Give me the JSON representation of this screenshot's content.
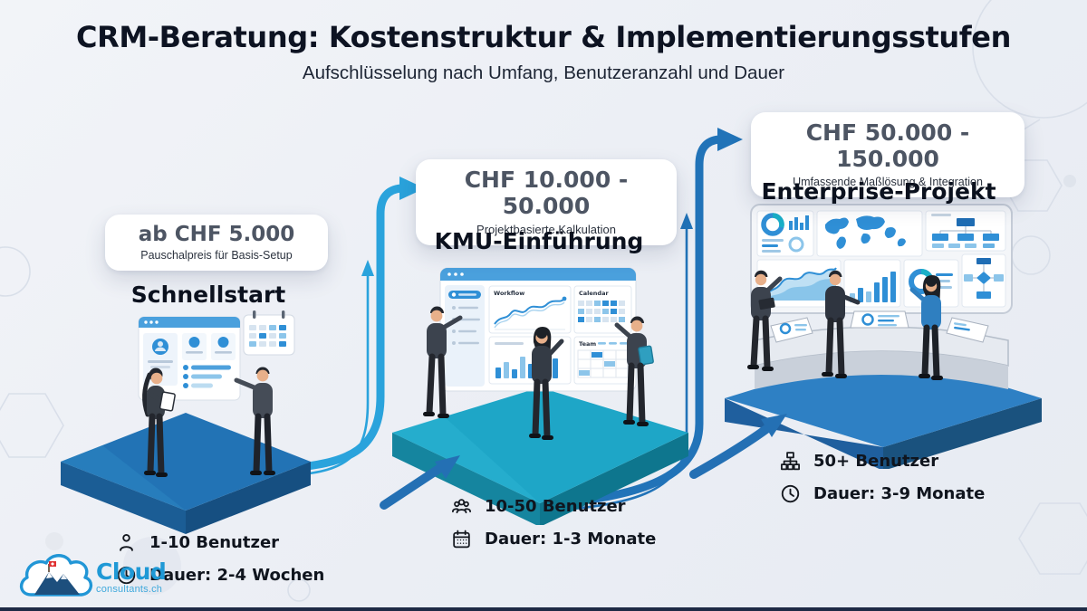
{
  "header": {
    "title": "CRM-Beratung: Kostenstruktur & Implementierungsstufen",
    "subtitle": "Aufschlüsselung nach Umfang, Benutzeranzahl und Dauer"
  },
  "stages": [
    {
      "price": "ab CHF 5.000",
      "price_note": "Pauschalpreis für Basis-Setup",
      "title": "Schnellstart",
      "users": "1-10 Benutzer",
      "users_icon": "user-icon",
      "duration": "Dauer: 2-4 Wochen",
      "duration_icon": "clock-icon"
    },
    {
      "price": "CHF 10.000 - 50.000",
      "price_note": "Projektbasierte Kalkulation",
      "title": "KMU-Einführung",
      "users": "10-50 Benutzer",
      "users_icon": "users-group-icon",
      "duration": "Dauer: 1-3 Monate",
      "duration_icon": "calendar-icon"
    },
    {
      "price": "CHF 50.000 - 150.000",
      "price_note": "Umfassende Maßlösung & Integration",
      "title": "Enterprise-Projekt",
      "users": "50+ Benutzer",
      "users_icon": "org-chart-icon",
      "duration": "Dauer: 3-9 Monate",
      "duration_icon": "clock-icon"
    }
  ],
  "dashboard_labels": {
    "workflow": "Workflow",
    "calendar": "Calendar",
    "team": "Team"
  },
  "logo": {
    "name": "Cloud",
    "domain": "consultants.ch"
  },
  "colors": {
    "arrow_light": "#2aa3dc",
    "arrow_dark": "#2173b8",
    "platform_1": "#2273b5",
    "platform_2": "#1ea6c7",
    "platform_3": "#2e80c4",
    "chart_blue": "#2f8fd6",
    "title_text": "#0d1322",
    "price_text": "#4d5563"
  }
}
